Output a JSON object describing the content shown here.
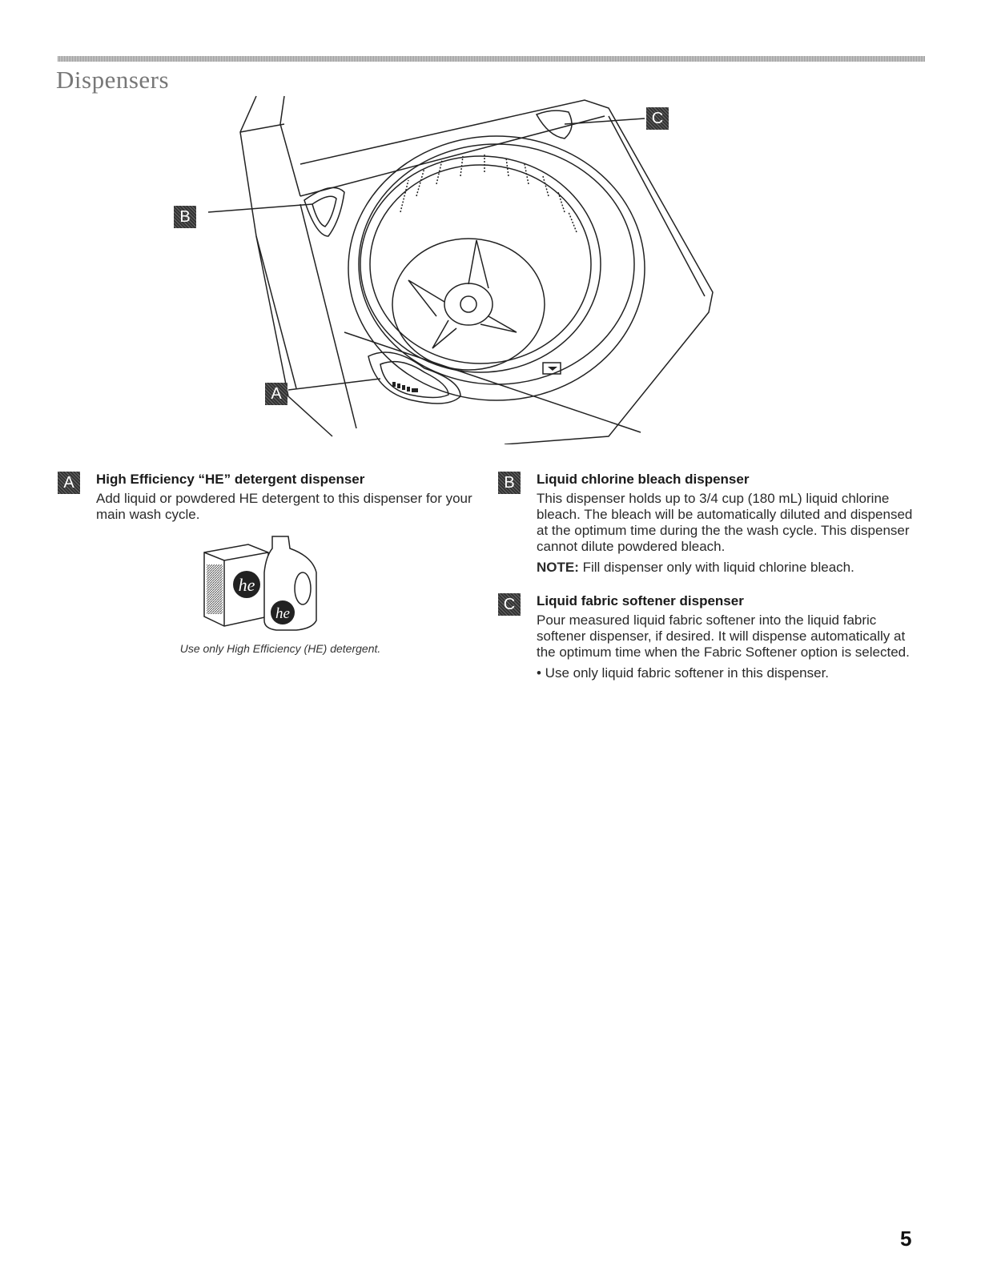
{
  "page": {
    "title": "Dispensers",
    "page_number": "5"
  },
  "figure": {
    "callouts": [
      "A",
      "B",
      "C"
    ]
  },
  "sections": {
    "a": {
      "badge": "A",
      "title": "High Efficiency “HE” detergent dispenser",
      "text": "Add liquid or powdered HE detergent to this dispenser for your main wash cycle."
    },
    "b": {
      "badge": "B",
      "title": "Liquid chlorine bleach dispenser",
      "text": "This dispenser holds up to 3/4 cup (180 mL) liquid chlorine bleach. The bleach will be automatically diluted and dispensed at the optimum time during the the wash cycle. This dispenser cannot dilute powdered bleach.",
      "note_label": "NOTE:",
      "note_text": " Fill dispenser only with liquid chlorine bleach."
    },
    "c": {
      "badge": "C",
      "title": "Liquid fabric softener dispenser",
      "text": "Pour measured liquid fabric softener into the liquid fabric softener dispenser, if desired. It will dispense automatically at the optimum time when the Fabric Softener option is selected.",
      "bullet": "• Use only liquid fabric softener in this dispenser."
    }
  },
  "he_logo": {
    "box_label": "he",
    "bottle_label": "he",
    "caption": "Use only High Efficiency (HE) detergent."
  }
}
